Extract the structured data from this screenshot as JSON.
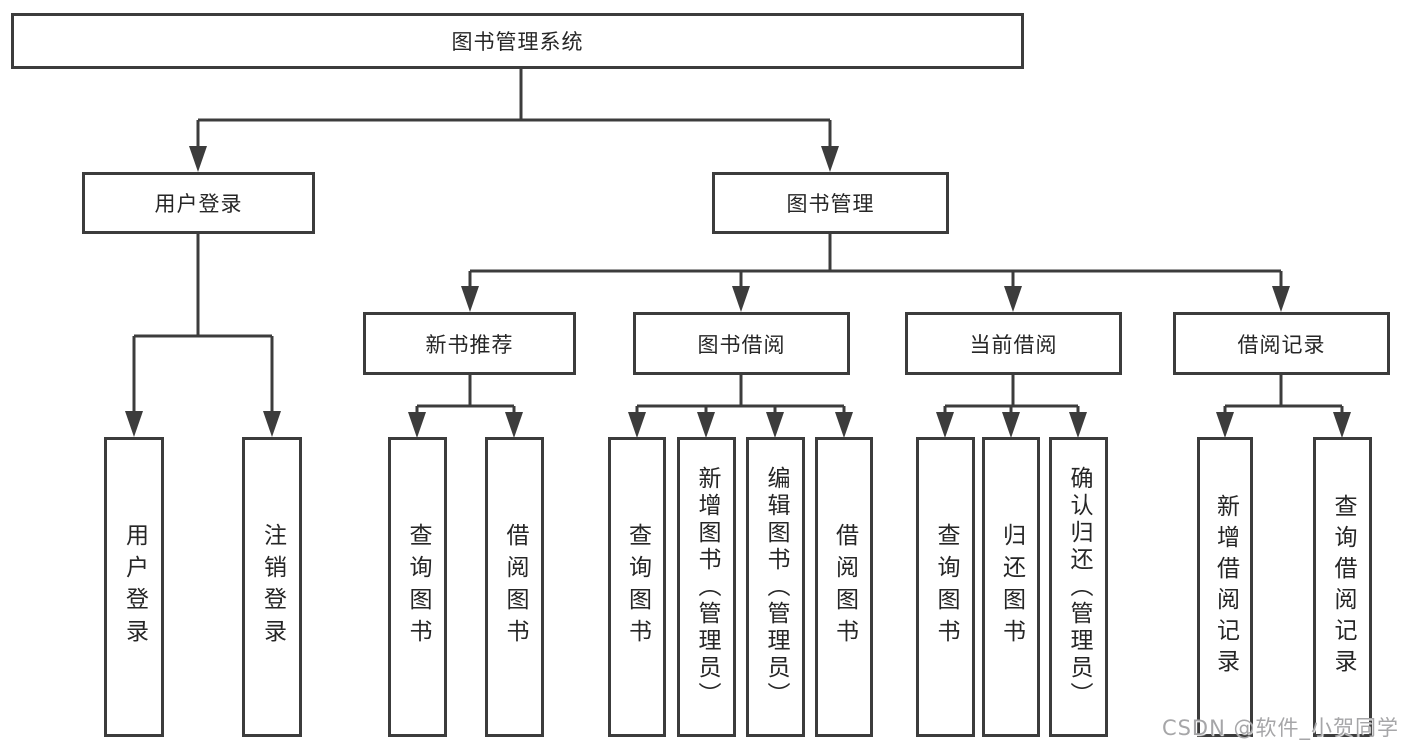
{
  "tree": {
    "label": "图书管理系统",
    "children": [
      {
        "label": "用户登录",
        "children": [
          {
            "label": "用户登录"
          },
          {
            "label": "注销登录"
          }
        ]
      },
      {
        "label": "图书管理",
        "children": [
          {
            "label": "新书推荐",
            "children": [
              {
                "label": "查询图书"
              },
              {
                "label": "借阅图书"
              }
            ]
          },
          {
            "label": "图书借阅",
            "children": [
              {
                "label": "查询图书"
              },
              {
                "label": "新增图书（管理员）"
              },
              {
                "label": "编辑图书（管理员）"
              },
              {
                "label": "借阅图书"
              }
            ]
          },
          {
            "label": "当前借阅",
            "children": [
              {
                "label": "查询图书"
              },
              {
                "label": "归还图书"
              },
              {
                "label": "确认归还（管理员）"
              }
            ]
          },
          {
            "label": "借阅记录",
            "children": [
              {
                "label": "新增借阅记录"
              },
              {
                "label": "查询借阅记录"
              }
            ]
          }
        ]
      }
    ]
  },
  "watermark": "CSDN @软件_小贺同学",
  "colors": {
    "line": "#3c3c3c",
    "text": "#262626",
    "watermark": "#a6a6a8",
    "background": "#ffffff"
  }
}
